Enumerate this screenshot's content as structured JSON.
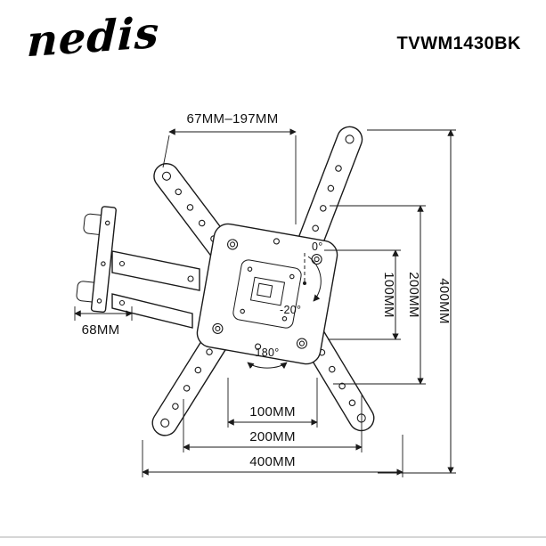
{
  "header": {
    "logo": "nedis",
    "model": "TVWM1430BK"
  },
  "diagram": {
    "top_span": "67MM–197MM",
    "wall_depth": "68MM",
    "right_dims": [
      "100MM",
      "200MM",
      "400MM"
    ],
    "bottom_dims": [
      "100MM",
      "200MM",
      "400MM"
    ],
    "tilt_zero": "0°",
    "tilt_down": "-20°",
    "swivel": "180°"
  }
}
